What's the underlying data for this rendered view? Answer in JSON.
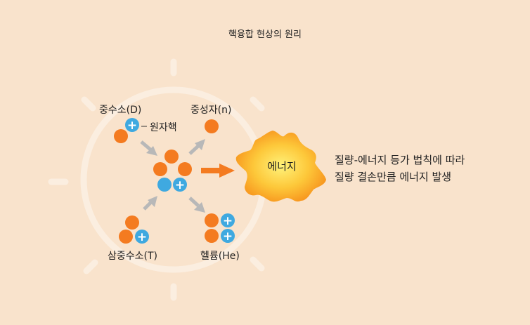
{
  "title": "핵융합 현상의 원리",
  "labels": {
    "deuterium": "중수소(D)",
    "nucleus": "원자핵",
    "neutron": "중성자(n)",
    "tritium": "삼중수소(T)",
    "helium": "헬륨(He)",
    "energy": "에너지"
  },
  "description": {
    "line1": "질량-에너지 등가 법칙에 따라",
    "line2": "질량 결손만큼 에너지 발생"
  },
  "colors": {
    "background": "#f9e3cc",
    "neutron": "#f47b20",
    "proton": "#3fa9e0",
    "arrow_gray": "#b8b8b8",
    "arrow_orange": "#f47b20",
    "energy_burst": "#fbb03b",
    "ring": "#fbeee0"
  }
}
